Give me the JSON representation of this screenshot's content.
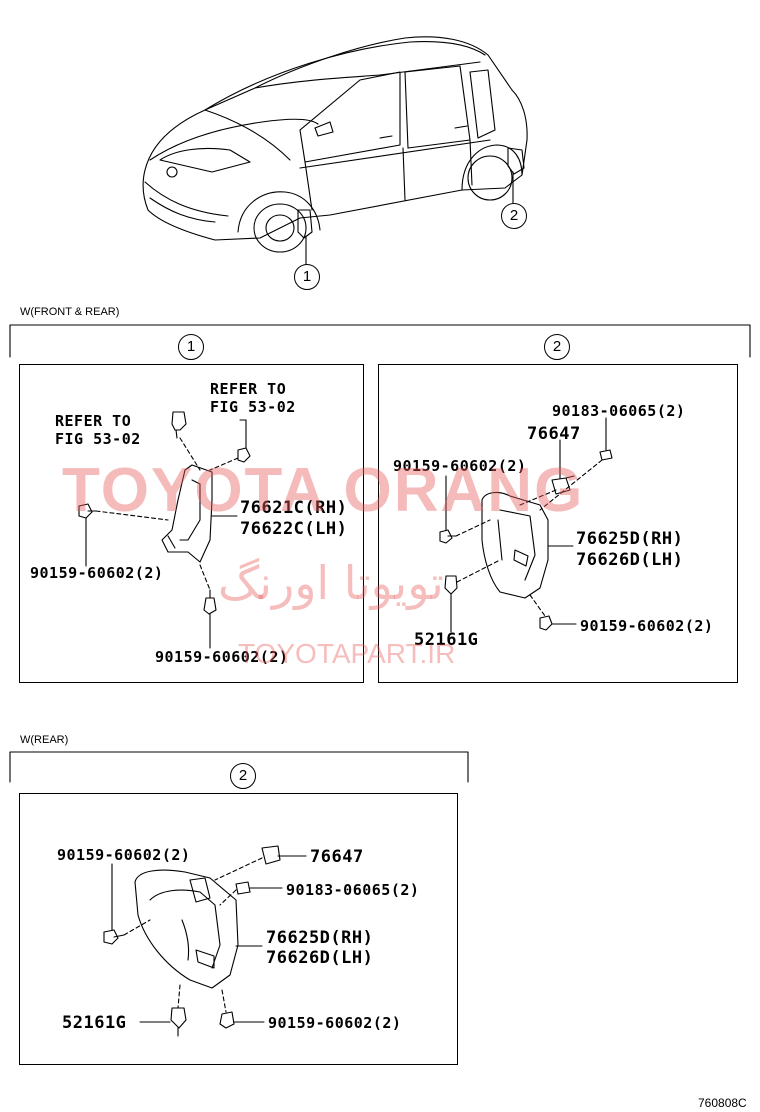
{
  "car_callouts": {
    "c1": "1",
    "c2": "2"
  },
  "section1": {
    "caption": "W(FRONT & REAR)",
    "panel1": {
      "number": "1",
      "refer_left": "REFER TO",
      "fig_left": "FIG 53-02",
      "refer_right": "REFER TO",
      "fig_right": "FIG 53-02",
      "part_rh": "76621C(RH)",
      "part_lh": "76622C(LH)",
      "screw_left": "90159-60602(2)",
      "screw_bottom": "90159-60602(2)"
    },
    "panel2": {
      "number": "2",
      "nut": "90183-06065(2)",
      "bracket": "76647",
      "screw_left": "90159-60602(2)",
      "part_rh": "76625D(RH)",
      "part_lh": "76626D(LH)",
      "clip": "52161G",
      "screw_right": "90159-60602(2)"
    }
  },
  "section2": {
    "caption": "W(REAR)",
    "panel": {
      "number": "2",
      "screw_top": "90159-60602(2)",
      "bracket": "76647",
      "nut": "90183-06065(2)",
      "part_rh": "76625D(RH)",
      "part_lh": "76626D(LH)",
      "clip": "52161G",
      "screw_bottom": "90159-60602(2)"
    }
  },
  "watermark": {
    "brand": "TOYOTA ORANG",
    "persian": "تویوتا اورنگ",
    "site": "TOYOTAPART.IR"
  },
  "figure_code": "760808C"
}
